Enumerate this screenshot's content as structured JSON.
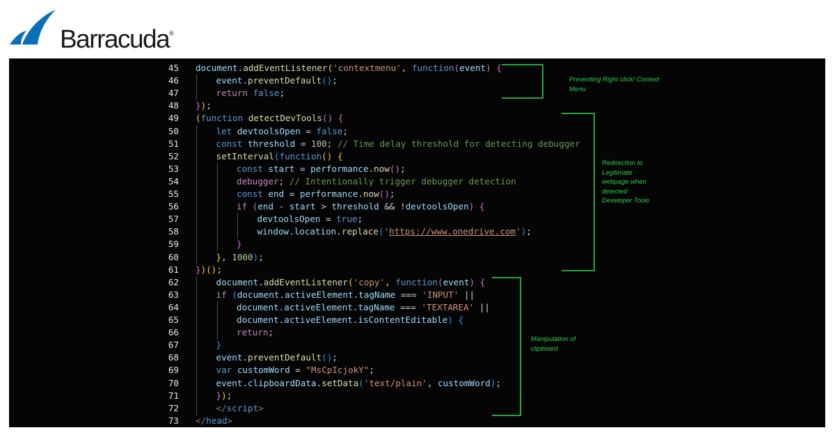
{
  "brand": {
    "name": "Barracuda",
    "trademark": "®",
    "accent": "#0b6fb8"
  },
  "code_lines": [
    {
      "n": "45",
      "indent": 0,
      "tokens": [
        [
          "document",
          "var"
        ],
        [
          ".",
          "pl"
        ],
        [
          "addEventListener",
          "fn"
        ],
        [
          "(",
          "br1"
        ],
        [
          "'contextmenu'",
          "str"
        ],
        [
          ", ",
          "pl"
        ],
        [
          "function",
          "kw"
        ],
        [
          "(",
          "br2"
        ],
        [
          "event",
          "var"
        ],
        [
          ")",
          "br2"
        ],
        [
          " ",
          "pl"
        ],
        [
          "{",
          "br2"
        ]
      ]
    },
    {
      "n": "46",
      "indent": 1,
      "tokens": [
        [
          "event",
          "var"
        ],
        [
          ".",
          "pl"
        ],
        [
          "preventDefault",
          "fn"
        ],
        [
          "()",
          "br3"
        ],
        [
          ";",
          "pl"
        ]
      ]
    },
    {
      "n": "47",
      "indent": 1,
      "tokens": [
        [
          "return ",
          "ctl"
        ],
        [
          "false",
          "kw"
        ],
        [
          ";",
          "pl"
        ]
      ]
    },
    {
      "n": "48",
      "indent": 0,
      "tokens": [
        [
          "}",
          "br2"
        ],
        [
          ")",
          "br1"
        ],
        [
          ";",
          "pl"
        ]
      ]
    },
    {
      "n": "49",
      "indent": 0,
      "tokens": [
        [
          "(",
          "br1"
        ],
        [
          "function ",
          "kw"
        ],
        [
          "detectDevTools",
          "fn"
        ],
        [
          "()",
          "br2"
        ],
        [
          " ",
          "pl"
        ],
        [
          "{",
          "br2"
        ]
      ]
    },
    {
      "n": "50",
      "indent": 1,
      "tokens": [
        [
          "let ",
          "kw"
        ],
        [
          "devtoolsOpen",
          "var"
        ],
        [
          " = ",
          "pl"
        ],
        [
          "false",
          "kw"
        ],
        [
          ";",
          "pl"
        ]
      ]
    },
    {
      "n": "51",
      "indent": 1,
      "tokens": [
        [
          "const ",
          "kw"
        ],
        [
          "threshold",
          "var"
        ],
        [
          " = ",
          "pl"
        ],
        [
          "100",
          "num"
        ],
        [
          "; ",
          "pl"
        ],
        [
          "// Time delay threshold for detecting debugger",
          "cm"
        ]
      ]
    },
    {
      "n": "52",
      "indent": 1,
      "tokens": [
        [
          "setInterval",
          "fn"
        ],
        [
          "(",
          "br3"
        ],
        [
          "function",
          "kw"
        ],
        [
          "()",
          "br1"
        ],
        [
          " ",
          "pl"
        ],
        [
          "{",
          "br1"
        ]
      ]
    },
    {
      "n": "53",
      "indent": 2,
      "tokens": [
        [
          "const ",
          "kw"
        ],
        [
          "start",
          "var"
        ],
        [
          " = ",
          "pl"
        ],
        [
          "performance",
          "var"
        ],
        [
          ".",
          "pl"
        ],
        [
          "now",
          "fn"
        ],
        [
          "()",
          "br2"
        ],
        [
          ";",
          "pl"
        ]
      ]
    },
    {
      "n": "54",
      "indent": 2,
      "tokens": [
        [
          "debugger",
          "ctl"
        ],
        [
          "; ",
          "pl"
        ],
        [
          "// Intentionally trigger debugger detection",
          "cm"
        ]
      ]
    },
    {
      "n": "55",
      "indent": 2,
      "tokens": [
        [
          "const ",
          "kw"
        ],
        [
          "end",
          "var"
        ],
        [
          " = ",
          "pl"
        ],
        [
          "performance",
          "var"
        ],
        [
          ".",
          "pl"
        ],
        [
          "now",
          "fn"
        ],
        [
          "()",
          "br2"
        ],
        [
          ";",
          "pl"
        ]
      ]
    },
    {
      "n": "56",
      "indent": 2,
      "tokens": [
        [
          "if ",
          "ctl"
        ],
        [
          "(",
          "br2"
        ],
        [
          "end",
          "var"
        ],
        [
          " - ",
          "pl"
        ],
        [
          "start",
          "var"
        ],
        [
          " > ",
          "pl"
        ],
        [
          "threshold",
          "var"
        ],
        [
          " && !",
          "pl"
        ],
        [
          "devtoolsOpen",
          "var"
        ],
        [
          ")",
          "br2"
        ],
        [
          " ",
          "pl"
        ],
        [
          "{",
          "br2"
        ]
      ]
    },
    {
      "n": "57",
      "indent": 3,
      "tokens": [
        [
          "devtoolsOpen",
          "var"
        ],
        [
          " = ",
          "pl"
        ],
        [
          "true",
          "kw"
        ],
        [
          ";",
          "pl"
        ]
      ]
    },
    {
      "n": "58",
      "indent": 3,
      "tokens": [
        [
          "window",
          "var"
        ],
        [
          ".",
          "pl"
        ],
        [
          "location",
          "var"
        ],
        [
          ".",
          "pl"
        ],
        [
          "replace",
          "fn"
        ],
        [
          "(",
          "br3"
        ],
        [
          "'",
          "str"
        ],
        [
          "https://www.onedrive.com",
          "url"
        ],
        [
          "'",
          "str"
        ],
        [
          ")",
          "br3"
        ],
        [
          ";",
          "pl"
        ]
      ]
    },
    {
      "n": "59",
      "indent": 2,
      "tokens": [
        [
          "}",
          "br2"
        ]
      ]
    },
    {
      "n": "60",
      "indent": 1,
      "tokens": [
        [
          "}",
          "br1"
        ],
        [
          ", ",
          "pl"
        ],
        [
          "1000",
          "num"
        ],
        [
          ")",
          "br3"
        ],
        [
          ";",
          "pl"
        ]
      ]
    },
    {
      "n": "61",
      "indent": 0,
      "tokens": [
        [
          "}",
          "br2"
        ],
        [
          ")",
          "br1"
        ],
        [
          "()",
          "br1"
        ],
        [
          ";",
          "pl"
        ]
      ]
    },
    {
      "n": "62",
      "indent": 1,
      "tokens": [
        [
          "document",
          "var"
        ],
        [
          ".",
          "pl"
        ],
        [
          "addEventListener",
          "fn"
        ],
        [
          "(",
          "br1"
        ],
        [
          "'copy'",
          "str"
        ],
        [
          ", ",
          "pl"
        ],
        [
          "function",
          "kw"
        ],
        [
          "(",
          "br2"
        ],
        [
          "event",
          "var"
        ],
        [
          ")",
          "br2"
        ],
        [
          " ",
          "pl"
        ],
        [
          "{",
          "br2"
        ]
      ]
    },
    {
      "n": "63",
      "indent": 1,
      "tokens": [
        [
          "if ",
          "ctl"
        ],
        [
          "(",
          "br3"
        ],
        [
          "document",
          "var"
        ],
        [
          ".",
          "pl"
        ],
        [
          "activeElement",
          "var"
        ],
        [
          ".",
          "pl"
        ],
        [
          "tagName",
          "var"
        ],
        [
          " === ",
          "pl"
        ],
        [
          "'INPUT'",
          "str"
        ],
        [
          " ||",
          "pl"
        ]
      ]
    },
    {
      "n": "64",
      "indent": 2,
      "tokens": [
        [
          "document",
          "var"
        ],
        [
          ".",
          "pl"
        ],
        [
          "activeElement",
          "var"
        ],
        [
          ".",
          "pl"
        ],
        [
          "tagName",
          "var"
        ],
        [
          " === ",
          "pl"
        ],
        [
          "'TEXTAREA'",
          "str"
        ],
        [
          " ||",
          "pl"
        ]
      ]
    },
    {
      "n": "65",
      "indent": 2,
      "tokens": [
        [
          "document",
          "var"
        ],
        [
          ".",
          "pl"
        ],
        [
          "activeElement",
          "var"
        ],
        [
          ".",
          "pl"
        ],
        [
          "isContentEditable",
          "var"
        ],
        [
          ")",
          "br3"
        ],
        [
          " ",
          "pl"
        ],
        [
          "{",
          "br3"
        ]
      ]
    },
    {
      "n": "66",
      "indent": 2,
      "tokens": [
        [
          "return",
          "ctl"
        ],
        [
          ";",
          "pl"
        ]
      ]
    },
    {
      "n": "67",
      "indent": 1,
      "tokens": [
        [
          "}",
          "br3"
        ]
      ]
    },
    {
      "n": "68",
      "indent": 1,
      "tokens": [
        [
          "event",
          "var"
        ],
        [
          ".",
          "pl"
        ],
        [
          "preventDefault",
          "fn"
        ],
        [
          "()",
          "br3"
        ],
        [
          ";",
          "pl"
        ]
      ]
    },
    {
      "n": "69",
      "indent": 1,
      "tokens": [
        [
          "var ",
          "kw"
        ],
        [
          "customWord",
          "var"
        ],
        [
          " = ",
          "pl"
        ],
        [
          "\"MsCpIcjokY\"",
          "str"
        ],
        [
          ";",
          "pl"
        ]
      ]
    },
    {
      "n": "70",
      "indent": 1,
      "tokens": [
        [
          "event",
          "var"
        ],
        [
          ".",
          "pl"
        ],
        [
          "clipboardData",
          "var"
        ],
        [
          ".",
          "pl"
        ],
        [
          "setData",
          "fn"
        ],
        [
          "(",
          "br3"
        ],
        [
          "'text/plain'",
          "str"
        ],
        [
          ", ",
          "pl"
        ],
        [
          "customWord",
          "var"
        ],
        [
          ")",
          "br3"
        ],
        [
          ";",
          "pl"
        ]
      ]
    },
    {
      "n": "71",
      "indent": 1,
      "tokens": [
        [
          "}",
          "br2"
        ],
        [
          ")",
          "br1"
        ],
        [
          ";",
          "pl"
        ]
      ]
    },
    {
      "n": "72",
      "indent": 1,
      "tokens": [
        [
          "</",
          "tag"
        ],
        [
          "script",
          "kw"
        ],
        [
          ">",
          "tag"
        ]
      ]
    },
    {
      "n": "73",
      "indent": 0,
      "tokens": [
        [
          "</",
          "tag"
        ],
        [
          "head",
          "kw"
        ],
        [
          ">",
          "tag"
        ]
      ]
    }
  ],
  "annotations": {
    "context_menu": [
      "Preventing Right click/ Context",
      "Menu"
    ],
    "devtools": [
      "Redirection to",
      "Legitimate",
      "webpage when",
      "detected",
      "Developer Tools"
    ],
    "clipboard": [
      "Manipulation of",
      "clipboard"
    ]
  },
  "colors": {
    "annotation": "#2bd14a",
    "bracket": "#22a83a",
    "editor_bg": "#050505"
  }
}
